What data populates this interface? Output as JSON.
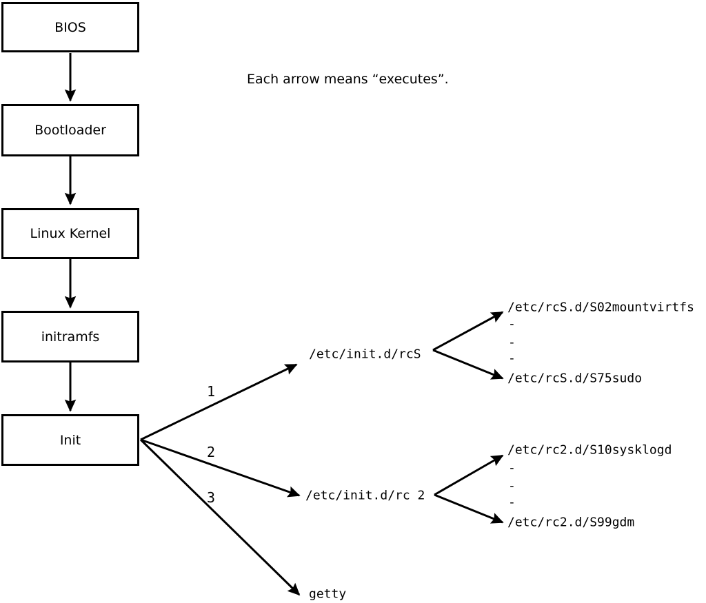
{
  "note": "Each arrow means “executes”.",
  "colors": {
    "ink": "#000000",
    "background": "#ffffff"
  },
  "chain_boxes": {
    "bios": "BIOS",
    "bootloader": "Bootloader",
    "kernel": "Linux Kernel",
    "initramfs": "initramfs",
    "init": "Init"
  },
  "init_edges": {
    "rcS": {
      "label": "1",
      "target": "/etc/init.d/rcS"
    },
    "rc2": {
      "label": "2",
      "target": "/etc/init.d/rc 2"
    },
    "getty": {
      "label": "3",
      "target": "getty"
    }
  },
  "rcS_scripts": {
    "first": "/etc/rcS.d/S02mountvirtfs",
    "ellipsis": [
      "-",
      "-",
      "-"
    ],
    "last": "/etc/rcS.d/S75sudo"
  },
  "rc2_scripts": {
    "first": "/etc/rc2.d/S10sysklogd",
    "ellipsis": [
      "-",
      "-",
      "-"
    ],
    "last": "/etc/rc2.d/S99gdm"
  }
}
